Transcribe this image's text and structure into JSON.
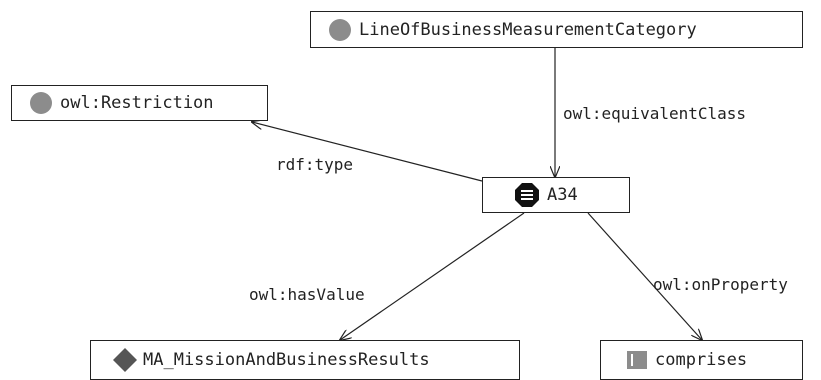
{
  "nodes": {
    "line_of_business": {
      "label": "LineOfBusinessMeasurementCategory",
      "icon": "circle-icon"
    },
    "owl_restriction": {
      "label": "owl:Restriction",
      "icon": "circle-icon"
    },
    "a34": {
      "label": "A34",
      "icon": "octagon-list-icon"
    },
    "mission_results": {
      "label": "MA_MissionAndBusinessResults",
      "icon": "diamond-icon"
    },
    "comprises": {
      "label": "comprises",
      "icon": "property-icon"
    }
  },
  "edges": {
    "equivalent_class": "owl:equivalentClass",
    "rdf_type": "rdf:type",
    "has_value": "owl:hasValue",
    "on_property": "owl:onProperty"
  },
  "colors": {
    "icon_gray": "#8c8c8c",
    "line": "#222222"
  }
}
